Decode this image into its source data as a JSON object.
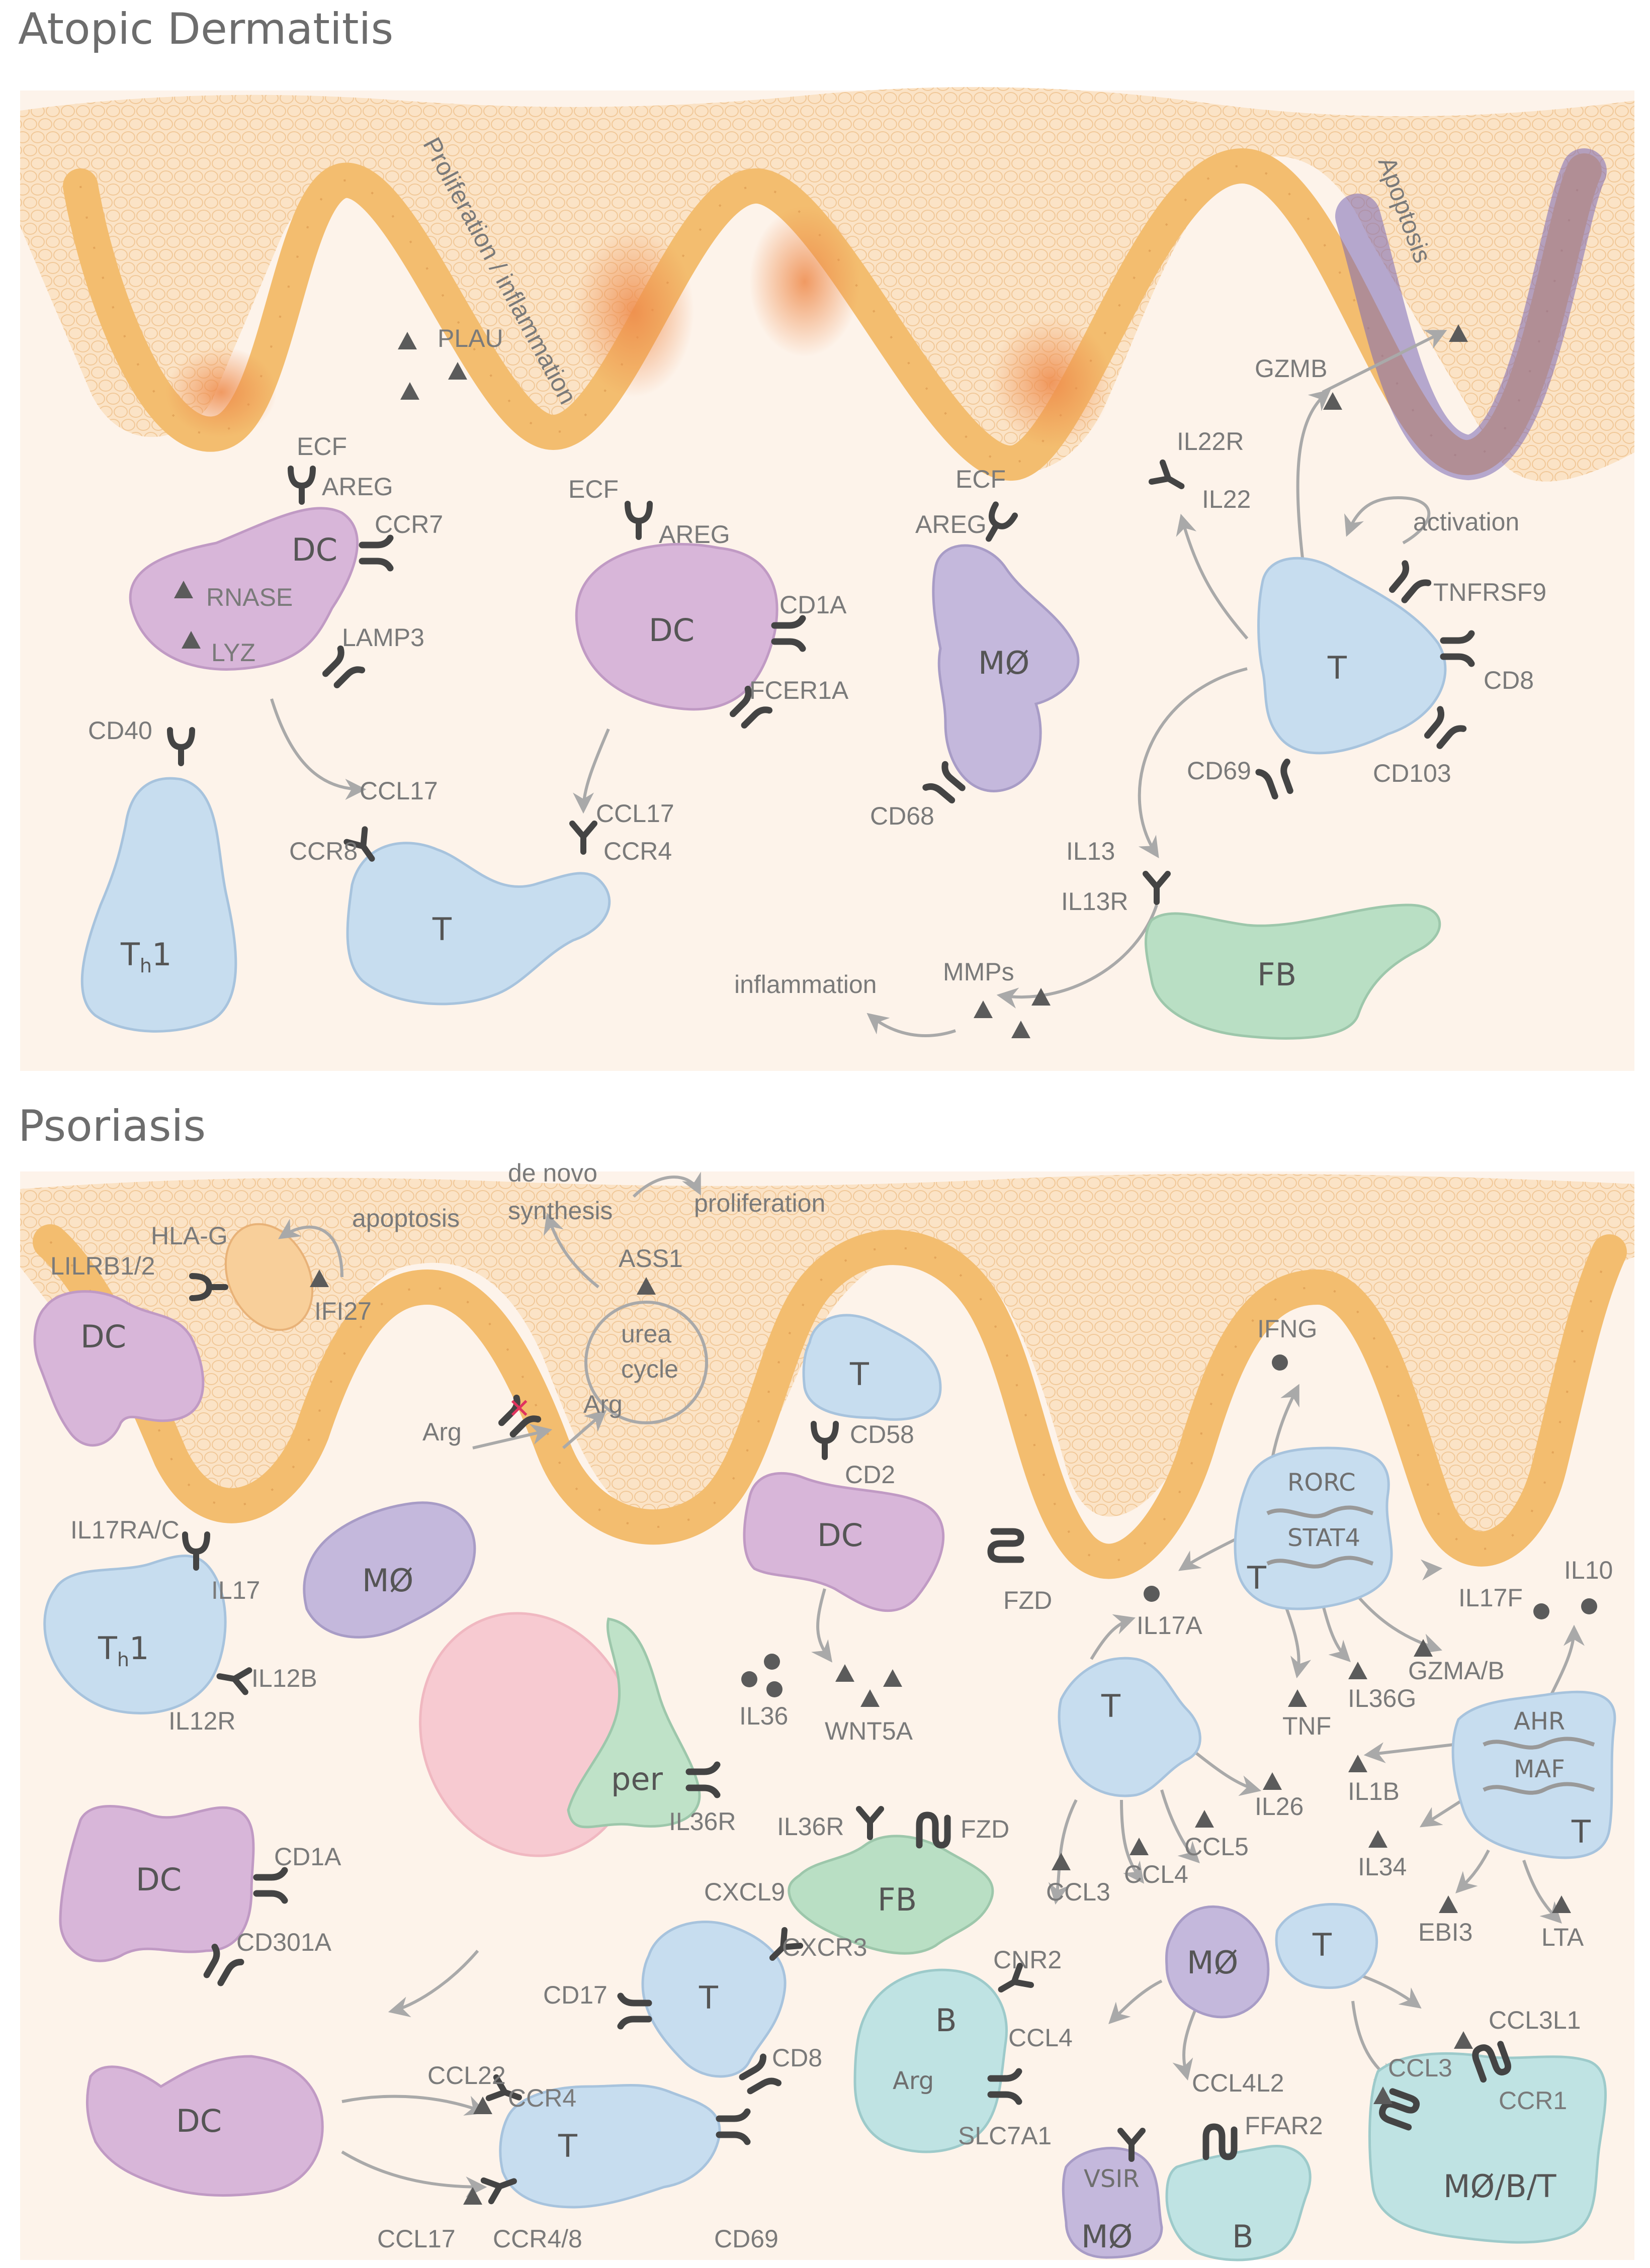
{
  "titles": {
    "ad": "Atopic Dermatitis",
    "ps": "Psoriasis"
  },
  "colors": {
    "background": "#fdf4ec",
    "skin": "#fae1c4",
    "basal_cell": "#f3c483",
    "dc": "#d8b6d9",
    "macrophage": "#c4b8dc",
    "t_cell": "#c7ddef",
    "fibroblast": "#b9dfc4",
    "b_cell": "#bfe3e3",
    "pericyte": "#bfe2c8",
    "receptor": "#444444",
    "arrow": "#a9a9a9",
    "apoptosis": "#8e7ab8"
  },
  "ad": {
    "process_labels": {
      "proliferation": "Proliferation / inflammation",
      "apoptosis": "Apoptosis",
      "activation": "activation",
      "inflammation": "inflammation"
    },
    "cells": {
      "dc1": "DC",
      "dc2": "DC",
      "mo": "MØ",
      "t_cd8": "T",
      "th1_main": "T",
      "th1_sub": "h",
      "th1_suffix": "1",
      "t_ccr": "T",
      "fb": "FB"
    },
    "ligands": {
      "plau": "PLAU",
      "gzmb": "GZMB",
      "rnase": "RNASE",
      "lyz": "LYZ",
      "ccl17a": "CCL17",
      "ccl17b": "CCL17",
      "il13": "IL13",
      "mmps": "MMPs",
      "il22": "IL22"
    },
    "receptors": {
      "ecf1": "ECF",
      "areg1": "AREG",
      "ecf2": "ECF",
      "areg2": "AREG",
      "ecf3": "ECF",
      "areg3": "AREG",
      "ccr7": "CCR7",
      "lamp3": "LAMP3",
      "cd40": "CD40",
      "cd1a": "CD1A",
      "fcer1a": "FCER1A",
      "ccr8": "CCR8",
      "ccr4": "CCR4",
      "cd68": "CD68",
      "il22r": "IL22R",
      "tnfrsf9": "TNFRSF9",
      "cd8": "CD8",
      "cd69": "CD69",
      "cd103": "CD103",
      "il13r": "IL13R"
    }
  },
  "ps": {
    "process_labels": {
      "apoptosis": "apoptosis",
      "de_novo": "de novo",
      "synthesis": "synthesis",
      "proliferation": "proliferation",
      "urea": "urea",
      "cycle": "cycle"
    },
    "cells": {
      "dc_top": "DC",
      "th1_main": "T",
      "th1_sub": "h",
      "th1_suffix": "1",
      "mo": "MØ",
      "t_cd58": "T",
      "dc_cd2": "DC",
      "per": "per",
      "dc_cd1a": "DC",
      "fb": "FB",
      "t_cxcr3": "T",
      "dc_bottom": "DC",
      "t_ccr4": "T",
      "t_rorc": "T",
      "t_mid": "T",
      "t_ahr": "T",
      "mo_b": "MØ",
      "t_b": "T",
      "b1": "B",
      "b2": "B",
      "mo_vsir": "MØ",
      "mbt": "MØ/B/T"
    },
    "tf": {
      "rorc": "RORC",
      "stat4": "STAT4",
      "ahr": "AHR",
      "maf": "MAF"
    },
    "ligands": {
      "ifi27": "IFI27",
      "ass1": "ASS1",
      "arg1": "Arg",
      "arg2": "Arg",
      "arg3": "Arg",
      "ifng": "IFNG",
      "il17a": "IL17A",
      "il17": "IL17",
      "il12b": "IL12B",
      "il36": "IL36",
      "wnt5a": "WNT5A",
      "tnf": "TNF",
      "il36g": "IL36G",
      "gzma_b": "GZMA/B",
      "il17f": "IL17F",
      "il10": "IL10",
      "il1b": "IL1B",
      "il34": "IL34",
      "ebi3": "EBI3",
      "lta": "LTA",
      "il26": "IL26",
      "ccl3": "CCL3",
      "ccl4": "CCL4",
      "ccl5": "CCL5",
      "cxcl9": "CXCL9",
      "ccl22": "CCL22",
      "ccl17": "CCL17",
      "ccl3l1": "CCL3L1",
      "ccl3_b": "CCL3",
      "ccl4_b": "CCL4",
      "ccl4l2": "CCL4L2"
    },
    "receptors": {
      "hla_g": "HLA-G",
      "lilrb": "LILRB1/2",
      "il17ra_c": "IL17RA/C",
      "il12r": "IL12R",
      "cd58": "CD58",
      "cd2": "CD2",
      "fzd1": "FZD",
      "il36r": "IL36R",
      "il36r_fb": "IL36R",
      "fzd2": "FZD",
      "cd1a": "CD1A",
      "cd301a": "CD301A",
      "cxcr3": "CXCR3",
      "cd17": "CD17",
      "cd8": "CD8",
      "ccr4": "CCR4",
      "ccr4_8": "CCR4/8",
      "cd69": "CD69",
      "cnr2": "CNR2",
      "slc7a1": "SLC7A1",
      "vsir": "VSIR",
      "ffar2": "FFAR2",
      "ccr1": "CCR1"
    }
  }
}
